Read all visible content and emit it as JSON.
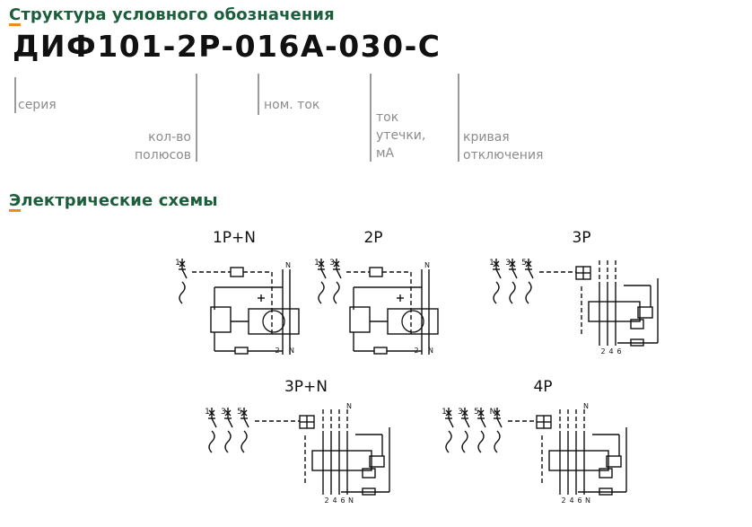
{
  "structure": {
    "title": "Структура условного обозначения",
    "code": "ДИФ101-2P-016A-030-C",
    "labels": {
      "series": "серия",
      "poles": "кол-во полюсов",
      "current": "ном. ток",
      "leakage": "ток утечки, мА",
      "curve": "кривая отключения"
    }
  },
  "schemes": {
    "title": "Электрические схемы",
    "diagrams": [
      {
        "name": "1P+N",
        "terminals_top": [
          "1"
        ],
        "terminals_bottom": [
          "2"
        ],
        "neutral": "N"
      },
      {
        "name": "2P",
        "terminals_top": [
          "1",
          "3"
        ],
        "terminals_bottom": [
          "2"
        ],
        "neutral": "N"
      },
      {
        "name": "3P",
        "terminals_top": [
          "1",
          "3",
          "5"
        ],
        "terminals_bottom": [
          "2",
          "4",
          "6"
        ],
        "neutral": ""
      },
      {
        "name": "3P+N",
        "terminals_top": [
          "1",
          "3",
          "5"
        ],
        "terminals_bottom": [
          "2",
          "4",
          "6",
          "N"
        ],
        "neutral": "N"
      },
      {
        "name": "4P",
        "terminals_top": [
          "1",
          "3",
          "5",
          "N"
        ],
        "terminals_bottom": [
          "2",
          "4",
          "6",
          "N"
        ],
        "neutral": "N"
      }
    ]
  },
  "colors": {
    "title_green": "#1c5e3c",
    "accent_orange": "#e8901e",
    "label_gray": "#8c8c8c",
    "line_gray": "#9a9a9a"
  }
}
